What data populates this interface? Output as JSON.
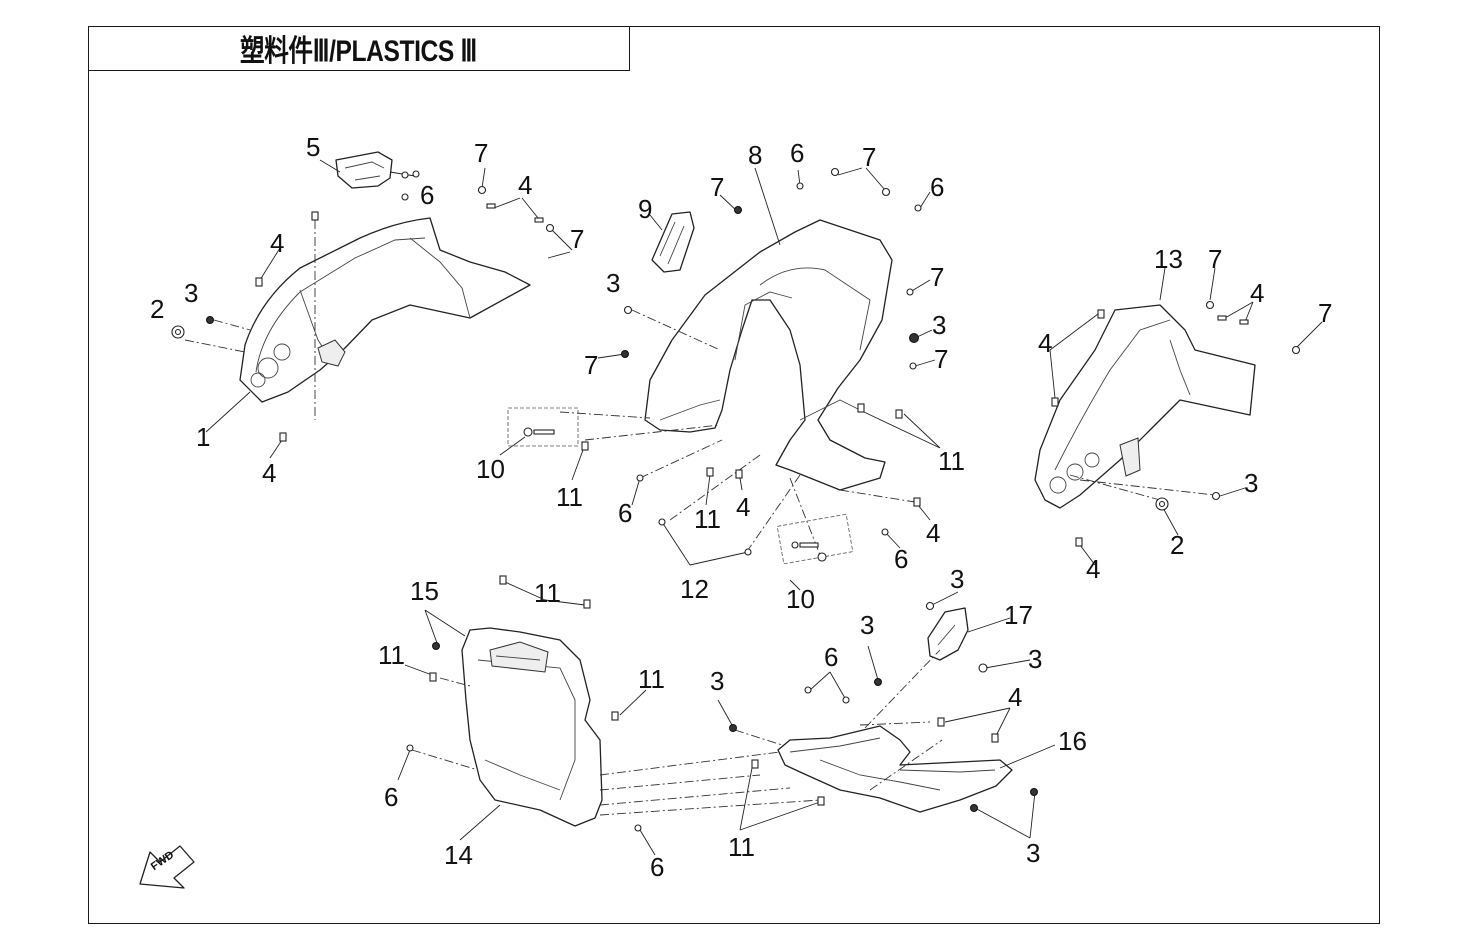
{
  "title": "塑料件Ⅲ/PLASTICS Ⅲ",
  "fwd_label": "FWD",
  "callouts": [
    "1",
    "2",
    "3",
    "4",
    "5",
    "6",
    "7",
    "8",
    "9",
    "10",
    "11",
    "12",
    "13",
    "14",
    "15",
    "16",
    "17"
  ]
}
